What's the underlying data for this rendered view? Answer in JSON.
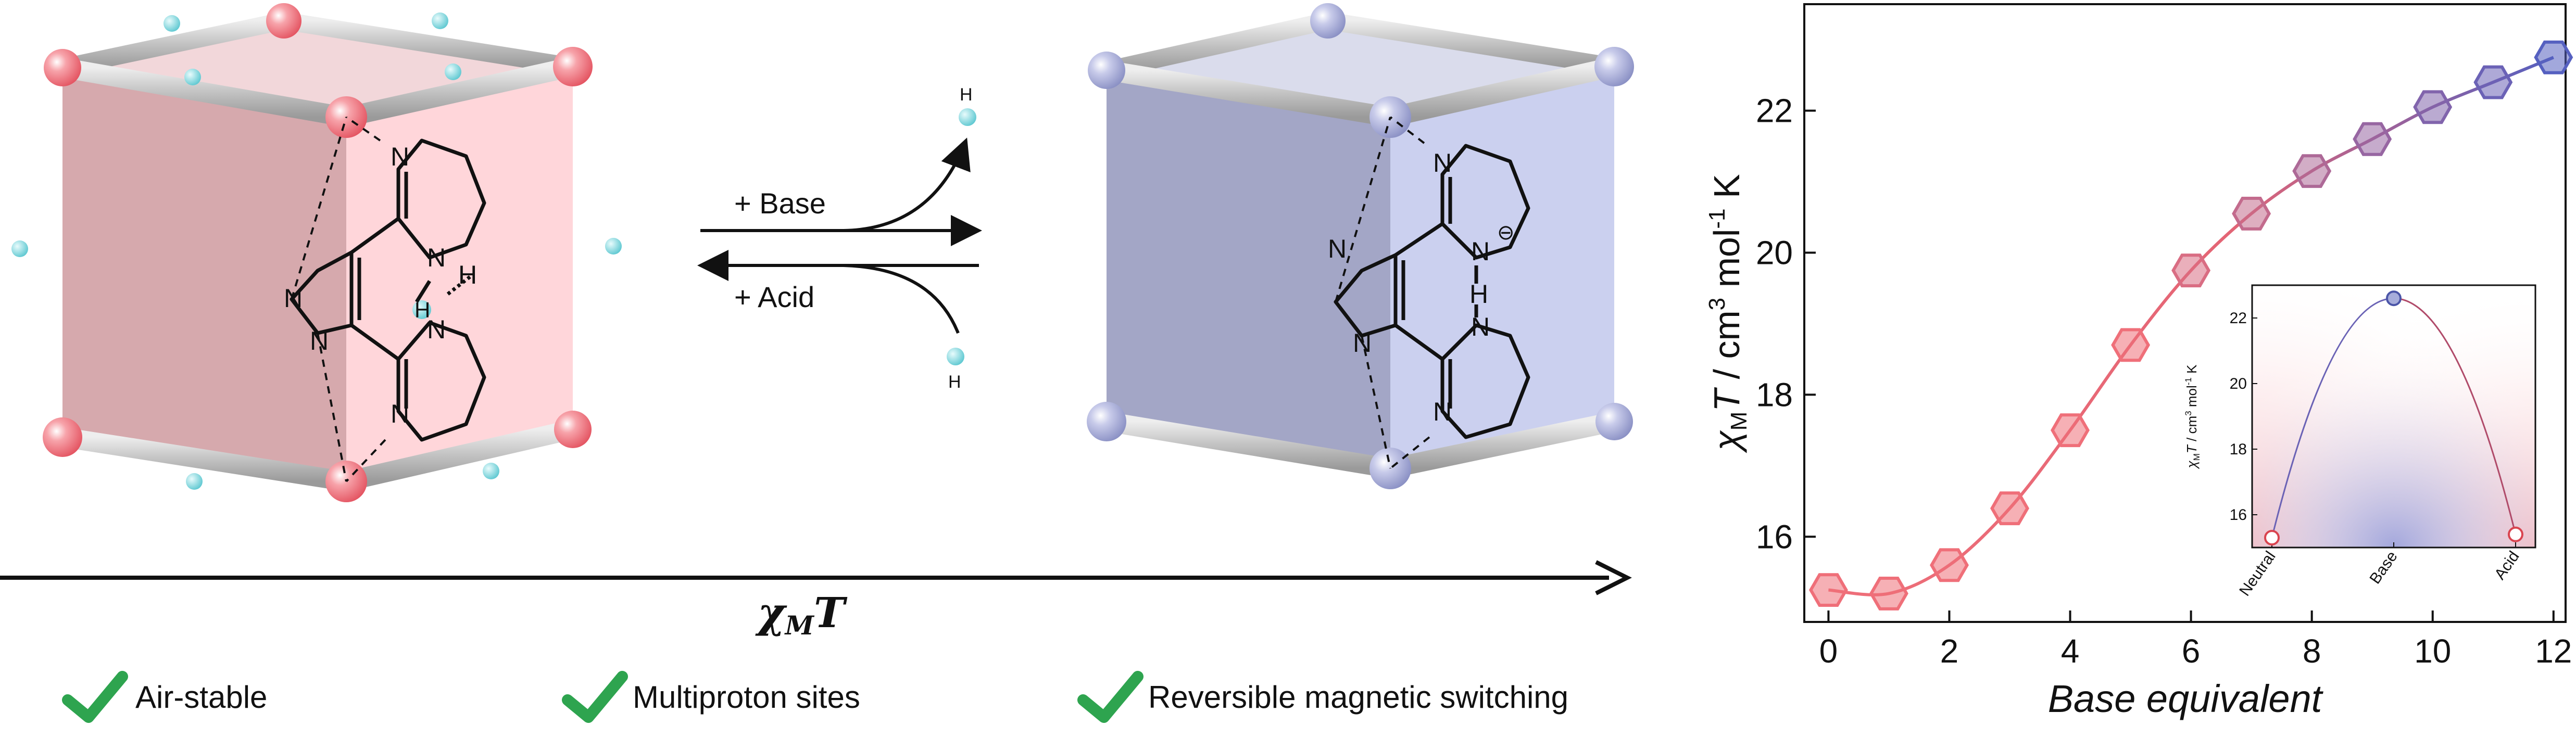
{
  "colors": {
    "red_node": "#ef6f79",
    "blue_node": "#a7addb",
    "red_face_front": "#d6a9ad",
    "red_face_side": "#ffd6da",
    "blue_face_front": "#a3a6c6",
    "blue_face_side": "#cbd0ef",
    "proton": "#7fd8df",
    "check": "#2ea44f"
  },
  "scheme": {
    "forward_label": "+ Base",
    "reverse_label": "+ Acid",
    "proton_top": "H",
    "proton_bottom": "H",
    "axis_label": "χMT",
    "axis_label_main": "χ",
    "axis_label_sub": "M",
    "axis_label_tail": "T"
  },
  "features": [
    {
      "icon": "check-icon",
      "label": "Air-stable"
    },
    {
      "icon": "check-icon",
      "label": "Multiproton sites"
    },
    {
      "icon": "check-icon",
      "label": "Reversible magnetic switching"
    }
  ],
  "molecule_labels": {
    "n": "N",
    "h": "H",
    "minus": "⊖"
  },
  "chart_data": [
    {
      "type": "line",
      "xlabel": "Base equivalent",
      "ylabel": "χMT / cm3 mol-1 K",
      "ylabel_parts": {
        "chi": "χ",
        "sub": "M",
        "t": "T",
        "rest": " / cm",
        "sup1": "3",
        "mol": " mol",
        "sup2": "-1",
        "k": " K"
      },
      "xlim": [
        -0.4,
        12.2
      ],
      "ylim": [
        14.8,
        23.5
      ],
      "x_ticks": [
        0,
        2,
        4,
        6,
        8,
        10,
        12
      ],
      "y_ticks": [
        16,
        18,
        20,
        22
      ],
      "marker": "hexagon",
      "color_gradient": [
        "#ef6f79",
        "#5560c0"
      ],
      "series": [
        {
          "x": [
            0,
            1,
            2,
            3,
            4,
            5,
            6,
            7,
            8,
            9,
            10,
            11,
            12
          ],
          "y": [
            15.25,
            15.2,
            15.6,
            16.4,
            17.5,
            18.7,
            19.75,
            20.55,
            21.15,
            21.6,
            22.05,
            22.4,
            22.75
          ]
        }
      ],
      "grid": false
    },
    {
      "type": "line",
      "xlabel": "",
      "ylabel": "χMT / cm3 mol-1 K",
      "ylabel_parts": {
        "chi": "χ",
        "sub": "M",
        "t": "T",
        "rest": " / cm",
        "sup1": "3",
        "mol": " mol",
        "sup2": "-1",
        "k": " K"
      },
      "categories": [
        "Neutral",
        "Base",
        "Acid"
      ],
      "ylim": [
        15.0,
        23.0
      ],
      "y_ticks": [
        16,
        18,
        20,
        22
      ],
      "series": [
        {
          "values": [
            15.3,
            22.6,
            15.4
          ]
        }
      ],
      "grid": false
    }
  ]
}
